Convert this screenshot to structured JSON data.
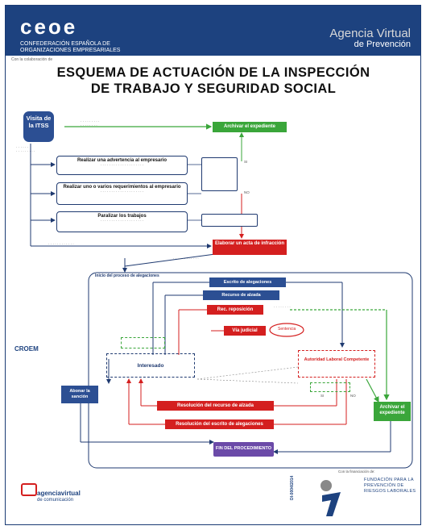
{
  "header": {
    "logo_text": "ceoe",
    "logo_subtitle": "CONFEDERACIÓN ESPAÑOLA DE ORGANIZACIONES EMPRESARIALES",
    "agency_line1": "Agencia Virtual",
    "agency_line2": "de Prevención"
  },
  "credit_text": "Con la colaboración de",
  "title_line1": "ESQUEMA DE ACTUACIÓN DE LA INSPECCIÓN",
  "title_line2": "DE TRABAJO Y SEGURIDAD SOCIAL",
  "nodes": {
    "visita": "Visita de la ITSS",
    "archivar1": "Archivar el expediente",
    "advertencia_title": "Realizar una advertencia al empresario",
    "requerimiento_title": "Realizar uno o varios requerimientos al empresario",
    "paralizar_title": "Paralizar los trabajos",
    "acta": "Elaborar un acta de infracción",
    "inicio_alegaciones": "Inicio del proceso de alegaciones",
    "escrito": "Escrito de alegaciones",
    "recurso": "Recurso de alzada",
    "reposicion": "Rec. reposición",
    "via_judicial": "Vía judicial",
    "sentencia": "Sentencia",
    "interesado": "Interesado",
    "autoridad": "Autoridad Laboral Competente",
    "resolucion_recurso": "Resolución del recurso de alzada",
    "resolucion_escrito": "Resolución del escrito de alegaciones",
    "abonar": "Abonar la sanción",
    "archivar2": "Archivar el expediente",
    "fin": "FIN DEL PROCEDIMIENTO"
  },
  "labels": {
    "si": "SI",
    "no": "NO"
  },
  "footer": {
    "croem": "CROEM",
    "agencia": "agenciavirtual",
    "comunicacion": "de comunicación",
    "code": "DI-0004/2014",
    "financiacion": "Con la financiación de:",
    "fundacion": "FUNDACIÓN PARA LA PREVENCIÓN DE RIESGOS LABORALES"
  },
  "colors": {
    "navy": "#1d427f",
    "green": "#3aa63a",
    "red": "#d41f1f",
    "blue_box": "#2c4f93"
  }
}
